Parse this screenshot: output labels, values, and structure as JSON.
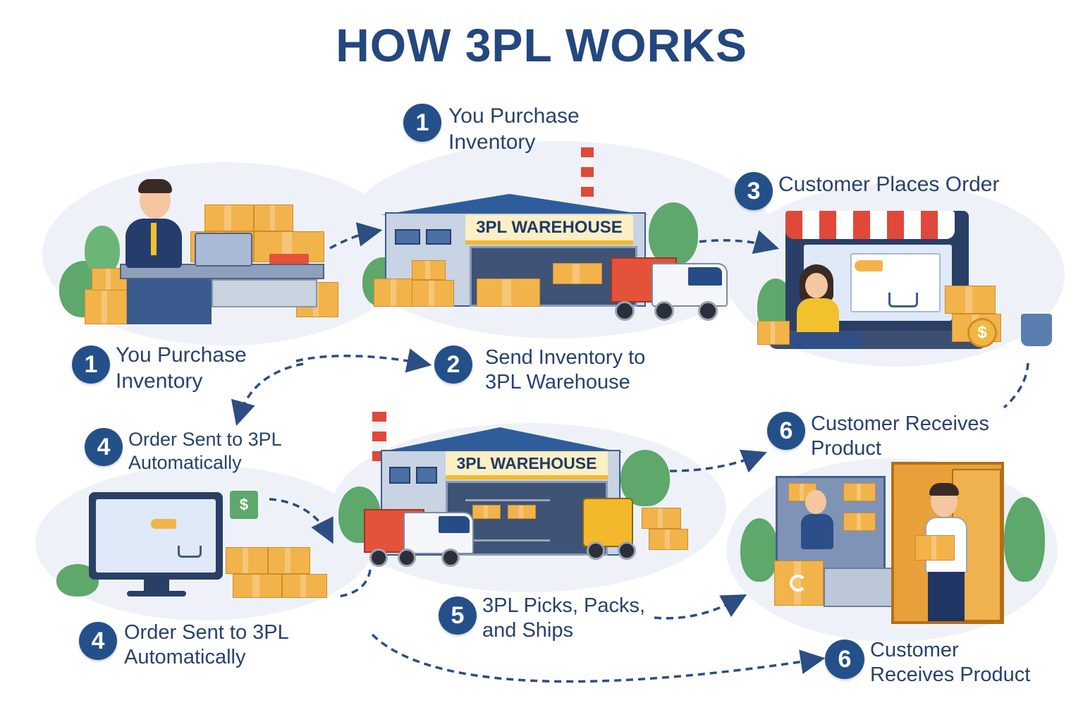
{
  "title": "HOW 3PL WORKS",
  "steps": {
    "top_1": {
      "number": "1",
      "line1": "You Purchase",
      "line2": "Inventory"
    },
    "left_1": {
      "number": "1",
      "line1": "You Purchase",
      "line2": "Inventory"
    },
    "step_2": {
      "number": "2",
      "line1": "Send Inventory to",
      "line2": "3PL Warehouse"
    },
    "step_3": {
      "number": "3",
      "line1": "Customer Places Order"
    },
    "mid_4": {
      "number": "4",
      "line1": "Order Sent to 3PL",
      "line2": "Automatically"
    },
    "bottom_4": {
      "number": "4",
      "line1": "Order Sent to 3PL",
      "line2": "Automatically"
    },
    "step_5": {
      "number": "5",
      "line1": "3PL Picks, Packs,",
      "line2": "and Ships"
    },
    "mid_6": {
      "number": "6",
      "line1": "Customer Receives",
      "line2": "Product"
    },
    "bottom_6": {
      "number": "6",
      "line1": "Customer",
      "line2": "Receives Product"
    }
  },
  "warehouse_top": {
    "sign": "3PL WAREHOUSE"
  },
  "warehouse_bottom": {
    "sign": "3PL WAREHOUSE"
  },
  "icons": {
    "dollar_coin": "$",
    "shopping_bag": "$"
  },
  "colors": {
    "primary": "#24508a",
    "title": "#23477f",
    "accent_box": "#f2b34b",
    "truck": "#e4523a",
    "awning_red": "#e0483a"
  }
}
